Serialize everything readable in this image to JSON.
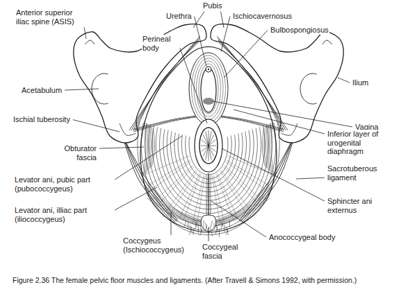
{
  "diagram": {
    "caption": "Figure 2.36 The female pelvic floor muscles and ligaments. (After Travell & Simons 1992, with permission.)",
    "labels": [
      "Anterior superior iliac spine (ASIS)",
      "Pubis",
      "Urethra",
      "Ischiocavernosus",
      "Perineal body",
      "Bulbospongiosus",
      "Acetabulum",
      "Ilium",
      "Vagina",
      "Ischial tuberosity",
      "Inferior layer of urogenital diaphragm",
      "Obturator fascia",
      "Sacrotuberous ligament",
      "Levator ani, pubic part (pubococcygeus)",
      "Sphincter ani externus",
      "Levator ani, illiac part (iliococcygeus)",
      "Anococcygeal body",
      "Coccygeus (Ischiococcygeus)",
      "Coccygeal fascia"
    ]
  }
}
